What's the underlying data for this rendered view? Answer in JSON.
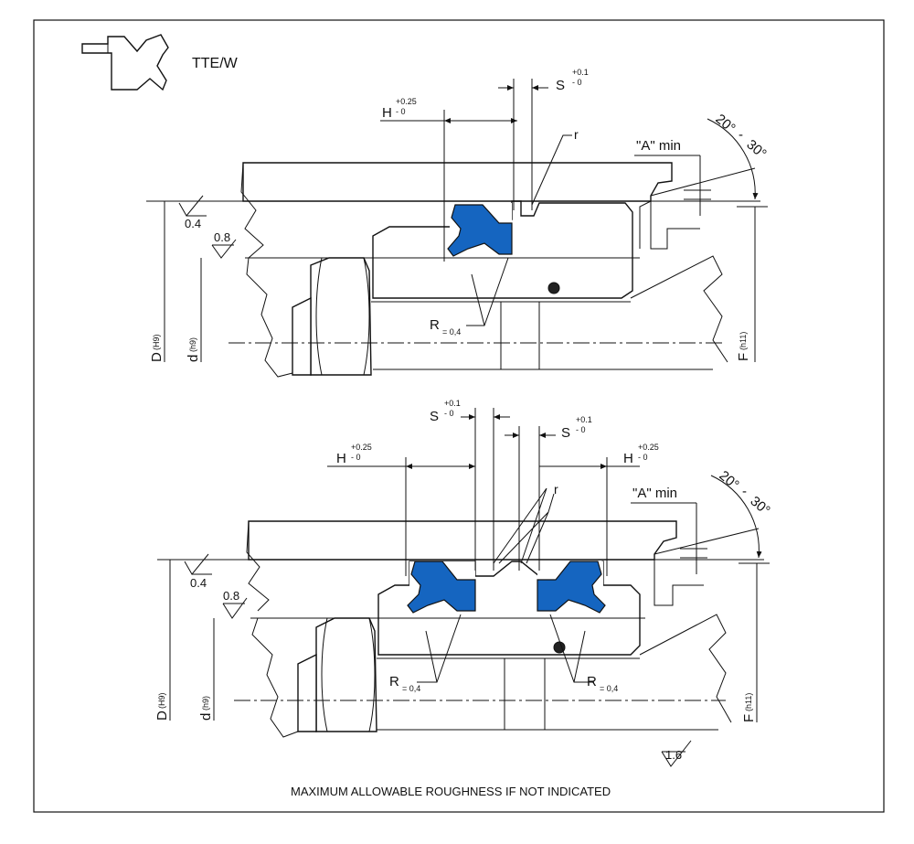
{
  "profile_label": "TTE/W",
  "seal_color": "#1565c0",
  "top": {
    "S": "S",
    "S_tol_plus": "+0.1",
    "S_tol_minus": "- 0",
    "H": "H",
    "H_tol_plus": "+0.25",
    "H_tol_minus": "- 0",
    "r": "r",
    "A_min": "\"A\" min",
    "angle_a": "20°",
    "angle_dash": "-",
    "angle_b": "30°",
    "rough_04": "0.4",
    "rough_08": "0.8",
    "R": "R",
    "R_val": "= 0,4",
    "D": "D",
    "D_fit": "(H9)",
    "d": "d",
    "d_fit": "(h9)",
    "F": "F",
    "F_fit": "(h11)"
  },
  "bottom": {
    "S": "S",
    "S_tol_plus": "+0.1",
    "S_tol_minus": "- 0",
    "H": "H",
    "H_tol_plus": "+0.25",
    "H_tol_minus": "- 0",
    "r": "r",
    "A_min": "\"A\" min",
    "angle_a": "20°",
    "angle_dash": "-",
    "angle_b": "30°",
    "rough_04": "0.4",
    "rough_08": "0.8",
    "R": "R",
    "R_val": "= 0,4",
    "D": "D",
    "D_fit": "(H9)",
    "d": "d",
    "d_fit": "(h9)",
    "F": "F",
    "F_fit": "(h11)"
  },
  "general_roughness": "1.6",
  "footer_note": "MAXIMUM ALLOWABLE ROUGHNESS IF NOT INDICATED"
}
